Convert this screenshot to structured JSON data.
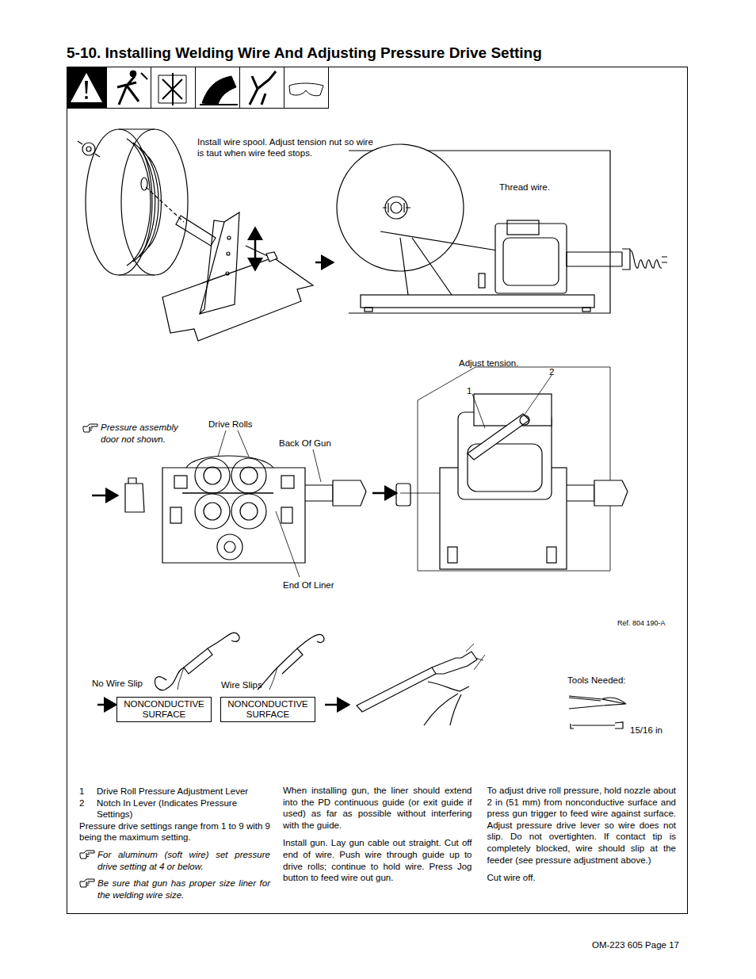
{
  "diagram": {
    "title": "5-10. Installing Welding Wire And Adjusting Pressure Drive Setting",
    "nodes": [
      {
        "text": [
          "NONCONDUCTIVE SURFACE"
        ]
      },
      {
        "text": [
          "NONCONDUCTIVE SURFACE"
        ]
      }
    ],
    "labels": [
      "Install wire spool. Adjust tension nut so wire is taut when wire feed stops.",
      "Thread wire.",
      "Adjust tension.",
      "2",
      "1",
      "Pressure assembly door not shown.",
      "Drive Rolls",
      "Back Of Gun",
      "End Of Liner",
      "Ref. 804 190-A",
      "No Wire Slip",
      "Wire Slips",
      "Tools Needed:",
      "15/16 in",
      "1",
      "Drive Roll Pressure Adjustment Lever",
      "2",
      "Notch In Lever (Indicates Pressure Settings)",
      "Pressure drive settings range from 1 to 9 with 9 being the maximum setting.",
      "For aluminum (soft wire) set pressure drive setting at 4 or below.",
      "Be sure that gun has proper size liner for the welding wire size.",
      "When installing gun, the liner should extend into the PD continuous guide (or exit guide if used) as far as possible without interfering with the guide.",
      "Install gun. Lay gun cable out straight. Cut off end of wire. Push wire through guide up to drive rolls; continue to hold wire. Press Jog button to feed wire out gun.",
      "To adjust drive roll pressure, hold nozzle about 2 in (51 mm) from nonconductive surface and press gun trigger to feed wire against surface. Adjust pressure drive lever so wire does not slip. Do not overtighten. If contact tip is completely blocked, wire should slip at the feeder (see pressure adjustment above.)",
      "Cut wire off.",
      "OM-223 605 Page 17"
    ]
  }
}
